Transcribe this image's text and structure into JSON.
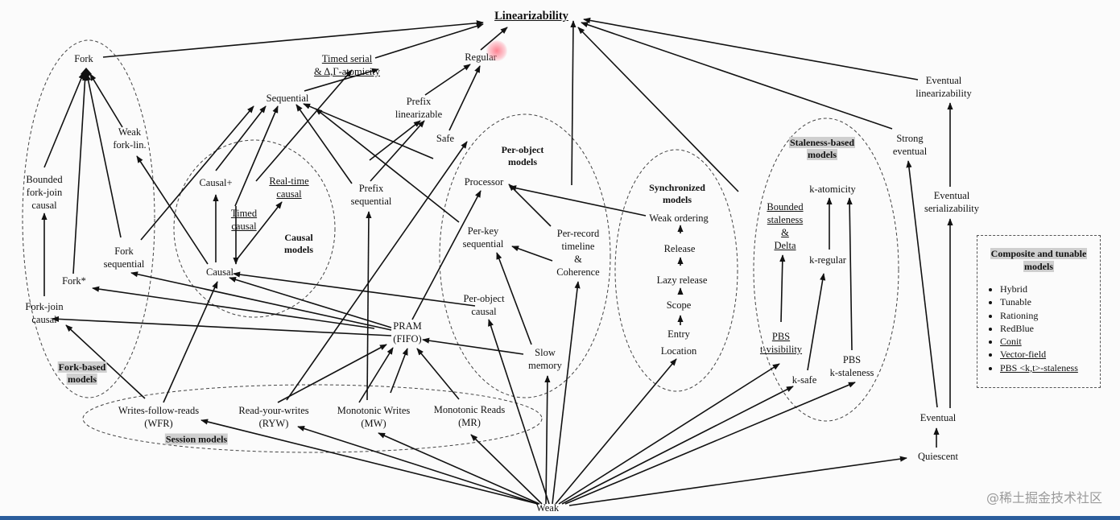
{
  "title": "Linearizability",
  "nodes": {
    "fork": "Fork",
    "timed_serial_1": "Timed serial",
    "timed_serial_2": "& Δ,Γ-atomicity",
    "regular": "Regular",
    "sequential": "Sequential",
    "prefix_lin_1": "Prefix",
    "prefix_lin_2": "linearizable",
    "weak_fork_1": "Weak",
    "weak_fork_2": "fork-lin.",
    "safe": "Safe",
    "bounded_fj_1": "Bounded",
    "bounded_fj_2": "fork-join",
    "bounded_fj_3": "causal",
    "causal_plus": "Causal+",
    "realtime_causal_1": "Real-time",
    "realtime_causal_2": "causal",
    "prefix_seq_1": "Prefix",
    "prefix_seq_2": "sequential",
    "processor": "Processor",
    "timed_causal_1": "Timed",
    "timed_causal_2": "causal",
    "fork_seq_1": "Fork",
    "fork_seq_2": "sequential",
    "per_key_1": "Per-key",
    "per_key_2": "sequential",
    "per_record_1": "Per-record",
    "per_record_2": "timeline",
    "per_record_3": "&",
    "per_record_4": "Coherence",
    "causal": "Causal",
    "fork_star": "Fork*",
    "fork_join_1": "Fork-join",
    "fork_join_2": "causal",
    "per_object_causal_1": "Per-object",
    "per_object_causal_2": "causal",
    "pram_1": "PRAM",
    "pram_2": "(FIFO)",
    "slow_1": "Slow",
    "slow_2": "memory",
    "wfr_1": "Writes-follow-reads",
    "wfr_2": "(WFR)",
    "ryw_1": "Read-your-writes",
    "ryw_2": "(RYW)",
    "mw_1": "Monotonic Writes",
    "mw_2": "(MW)",
    "mr_1": "Monotonic Reads",
    "mr_2": "(MR)",
    "weak_ordering": "Weak ordering",
    "release": "Release",
    "lazy_release": "Lazy release",
    "scope": "Scope",
    "entry": "Entry",
    "location": "Location",
    "k_atomicity": "k-atomicity",
    "bounded_stale_1": "Bounded",
    "bounded_stale_2": "staleness",
    "bounded_stale_3": "&",
    "bounded_stale_4": "Delta",
    "k_regular": "k-regular",
    "pbs_tvis_1": "PBS",
    "pbs_tvis_2": "t-visibility",
    "k_safe": "k-safe",
    "pbs_kstale_1": "PBS",
    "pbs_kstale_2": "k-staleness",
    "eventual_lin_1": "Eventual",
    "eventual_lin_2": "linearizability",
    "strong_eventual_1": "Strong",
    "strong_eventual_2": "eventual",
    "eventual_ser_1": "Eventual",
    "eventual_ser_2": "serializability",
    "eventual": "Eventual",
    "quiescent": "Quiescent",
    "weak": "Weak"
  },
  "groups": {
    "fork_based_1": "Fork-based",
    "fork_based_2": "models",
    "causal_1": "Causal",
    "causal_2": "models",
    "session": "Session models",
    "per_object_1": "Per-object",
    "per_object_2": "models",
    "synchronized_1": "Synchronized",
    "synchronized_2": "models",
    "staleness_1": "Staleness-based",
    "staleness_2": "models"
  },
  "legend": {
    "title_1": "Composite and tunable",
    "title_2": "models",
    "items": [
      "Hybrid",
      "Tunable",
      "Rationing",
      "RedBlue",
      "Conit",
      "Vector-field",
      "PBS <k,t>-staleness"
    ]
  },
  "watermark": "@稀土掘金技术社区",
  "colors": {
    "ink": "#111111",
    "legend_highlight": "#cfcfcf",
    "cursor": "#ff5a6e",
    "bottom_bar": "#2b5d9c"
  }
}
